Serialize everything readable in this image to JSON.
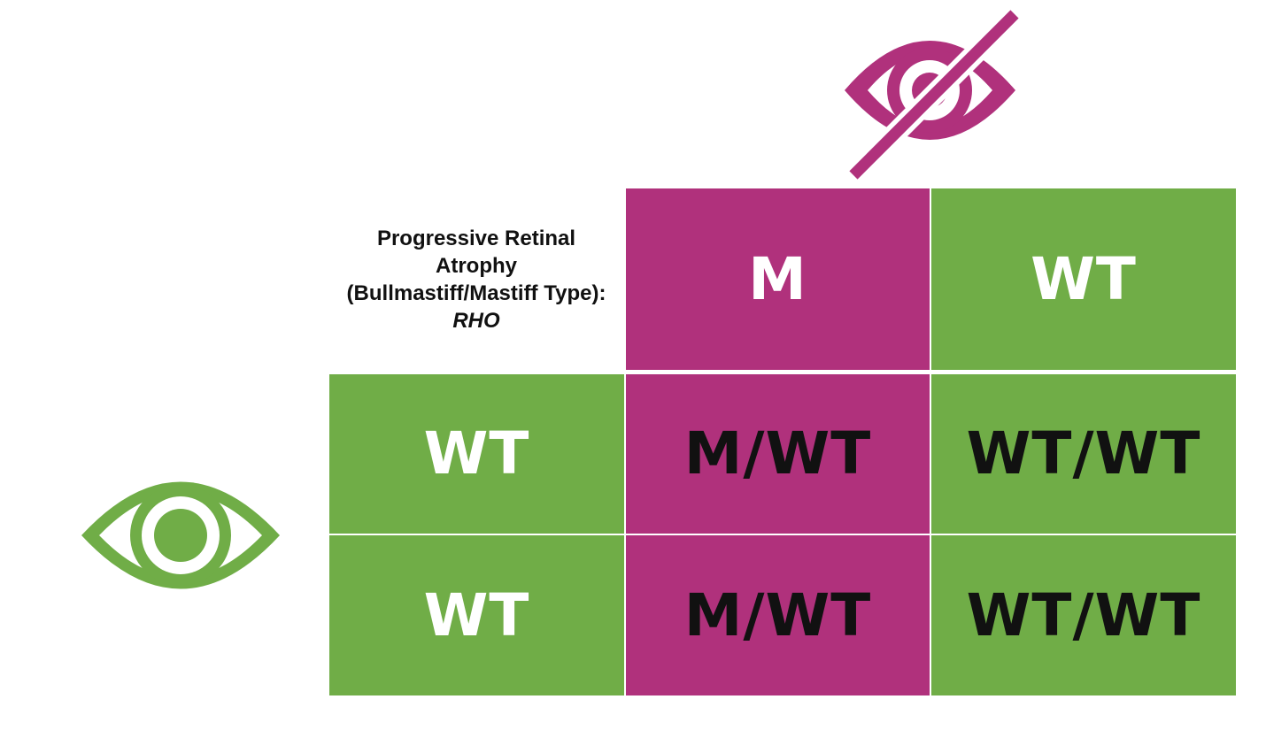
{
  "colors": {
    "mutant": "#B0317C",
    "wildtype": "#70AD47",
    "text_light": "#FFFFFF",
    "text_dark": "#111111",
    "grid_line": "#FFFFFF"
  },
  "icons": {
    "affected_parent": "eye-slash-icon",
    "carrier_parent": "eye-icon"
  },
  "title": {
    "lines": [
      "Progressive Retinal",
      "Atrophy",
      "(Bullmastiff/Mastiff Type):"
    ],
    "gene": "RHO"
  },
  "columns": [
    {
      "label": "M",
      "allele_color": "mutant"
    },
    {
      "label": "WT",
      "allele_color": "wildtype"
    }
  ],
  "rows": [
    {
      "label": "WT",
      "allele_color": "wildtype",
      "cells": [
        "M/WT",
        "WT/WT"
      ]
    },
    {
      "label": "WT",
      "allele_color": "wildtype",
      "cells": [
        "M/WT",
        "WT/WT"
      ]
    }
  ]
}
